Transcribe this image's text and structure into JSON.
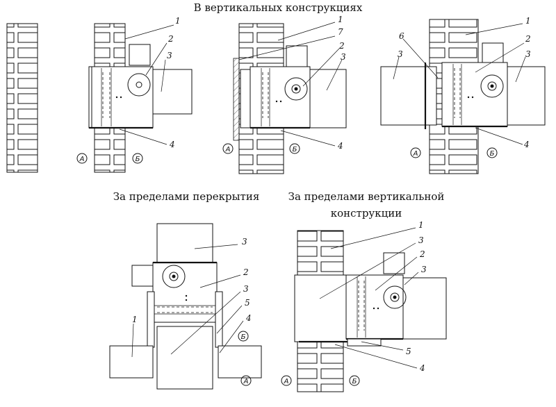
{
  "titles": {
    "vertical": "В вертикальных конструкциях",
    "floor": "За пределами перекрытия",
    "outside_line1": "За пределами вертикальной",
    "outside_line2": "конструкции"
  },
  "sides": {
    "a": "А",
    "b": "Б"
  },
  "labels": {
    "n1": "1",
    "n2": "2",
    "n3": "3",
    "n4": "4",
    "n5": "5",
    "n6": "6",
    "n7": "7"
  }
}
